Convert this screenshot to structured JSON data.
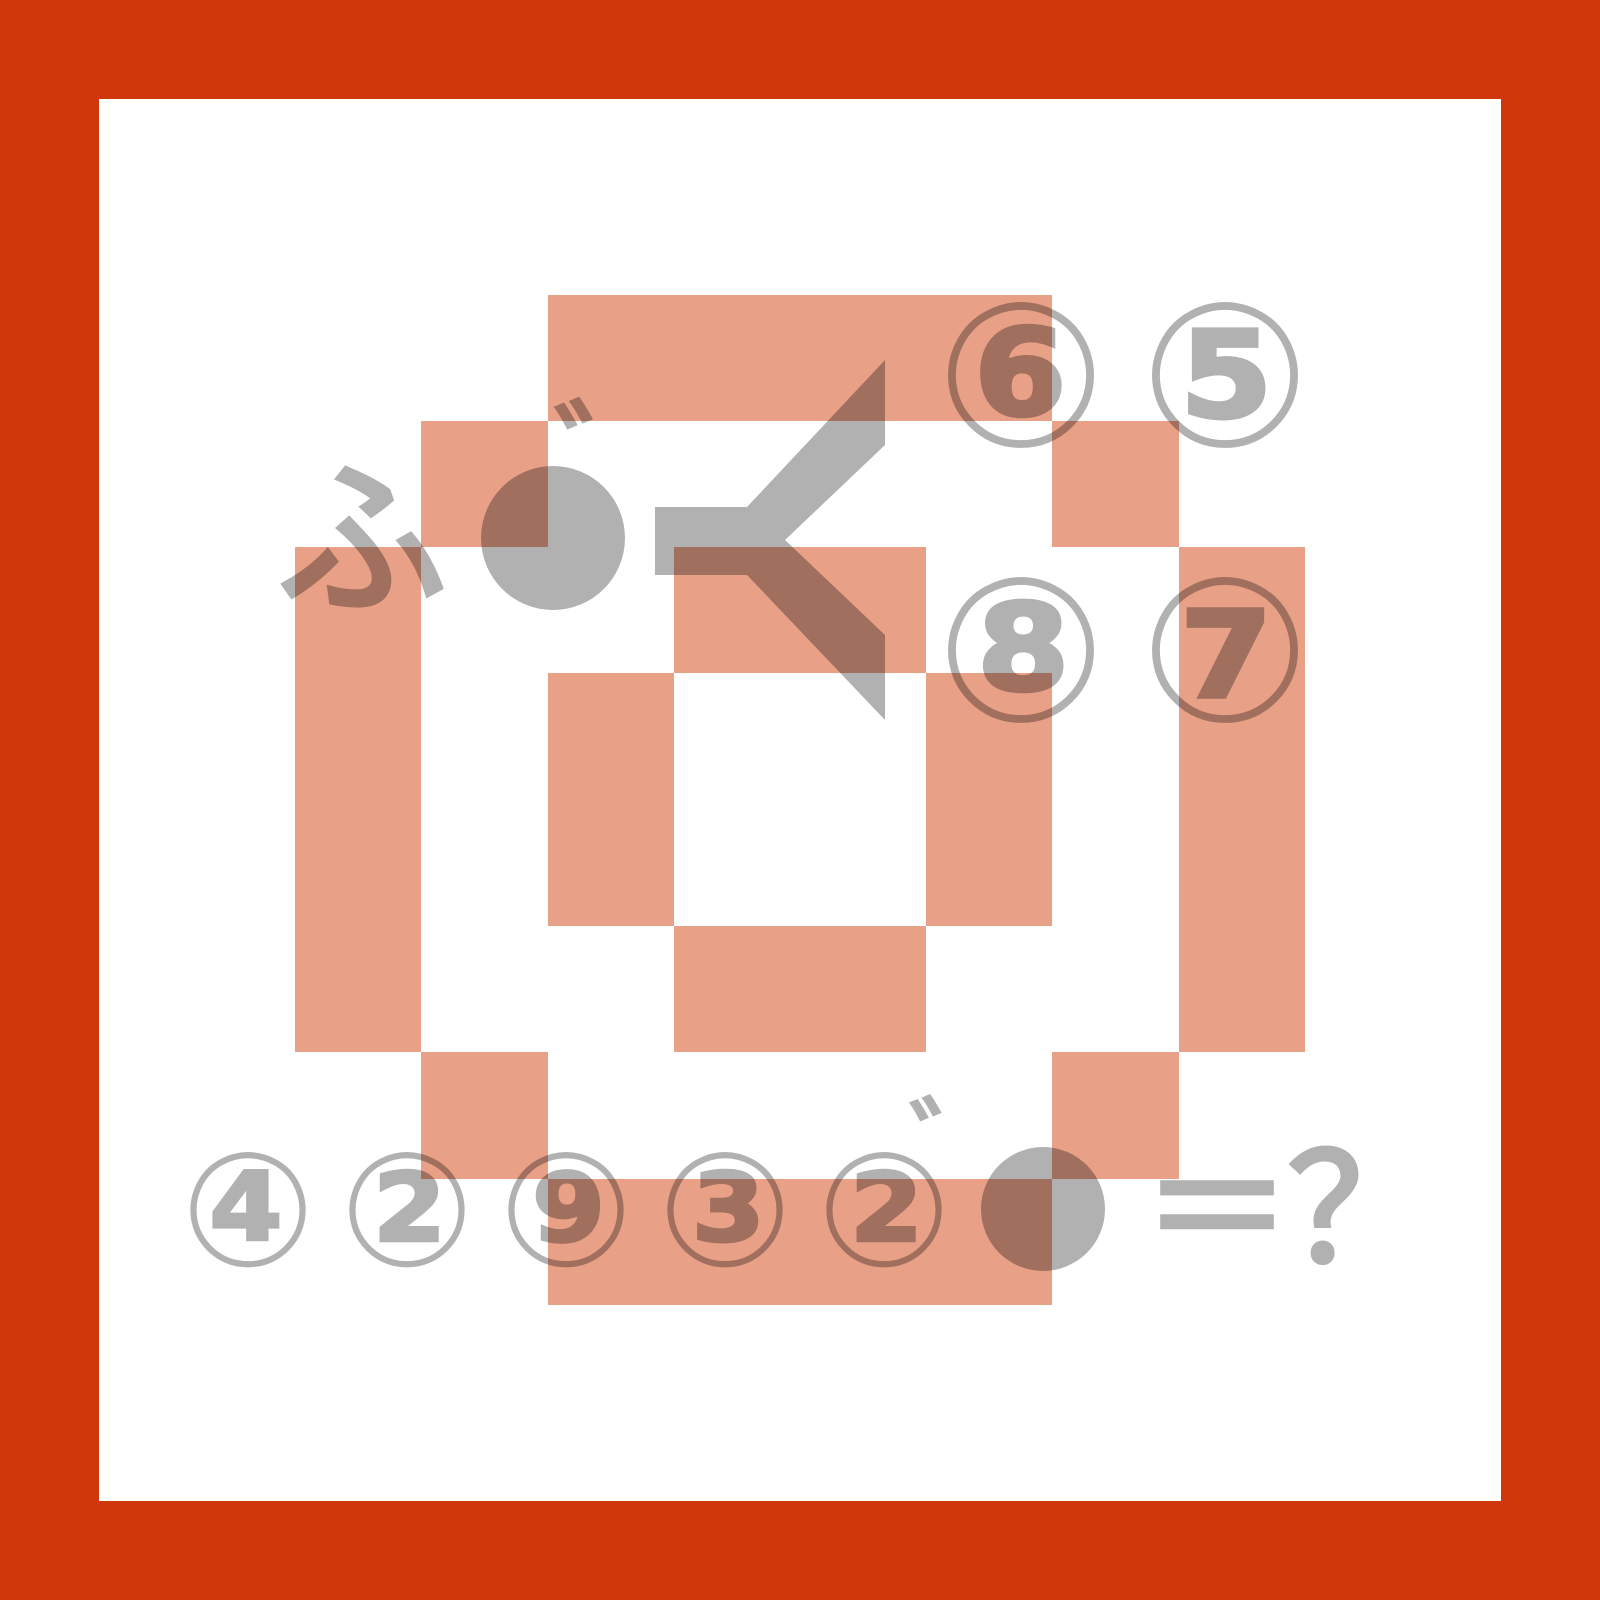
{
  "colors": {
    "frame": "#D0380C",
    "canvas": "#FFFFFF",
    "pattern": "#E8A087",
    "overlay": "#B1B1B1",
    "overlap": "#A65A3F"
  },
  "clue_top": {
    "fu": "ふ",
    "dakuten": "゛",
    "circle": "●",
    "arrow": "left-angle-shape"
  },
  "circled_grid": {
    "six": "⑥",
    "five": "⑤",
    "eight": "⑧",
    "seven": "⑦"
  },
  "equation": {
    "four": "④",
    "two_a": "②",
    "nine": "⑨",
    "three": "③",
    "two_b": "②",
    "dakuten": "゛",
    "circle": "●",
    "equals": "＝",
    "question": "？"
  }
}
